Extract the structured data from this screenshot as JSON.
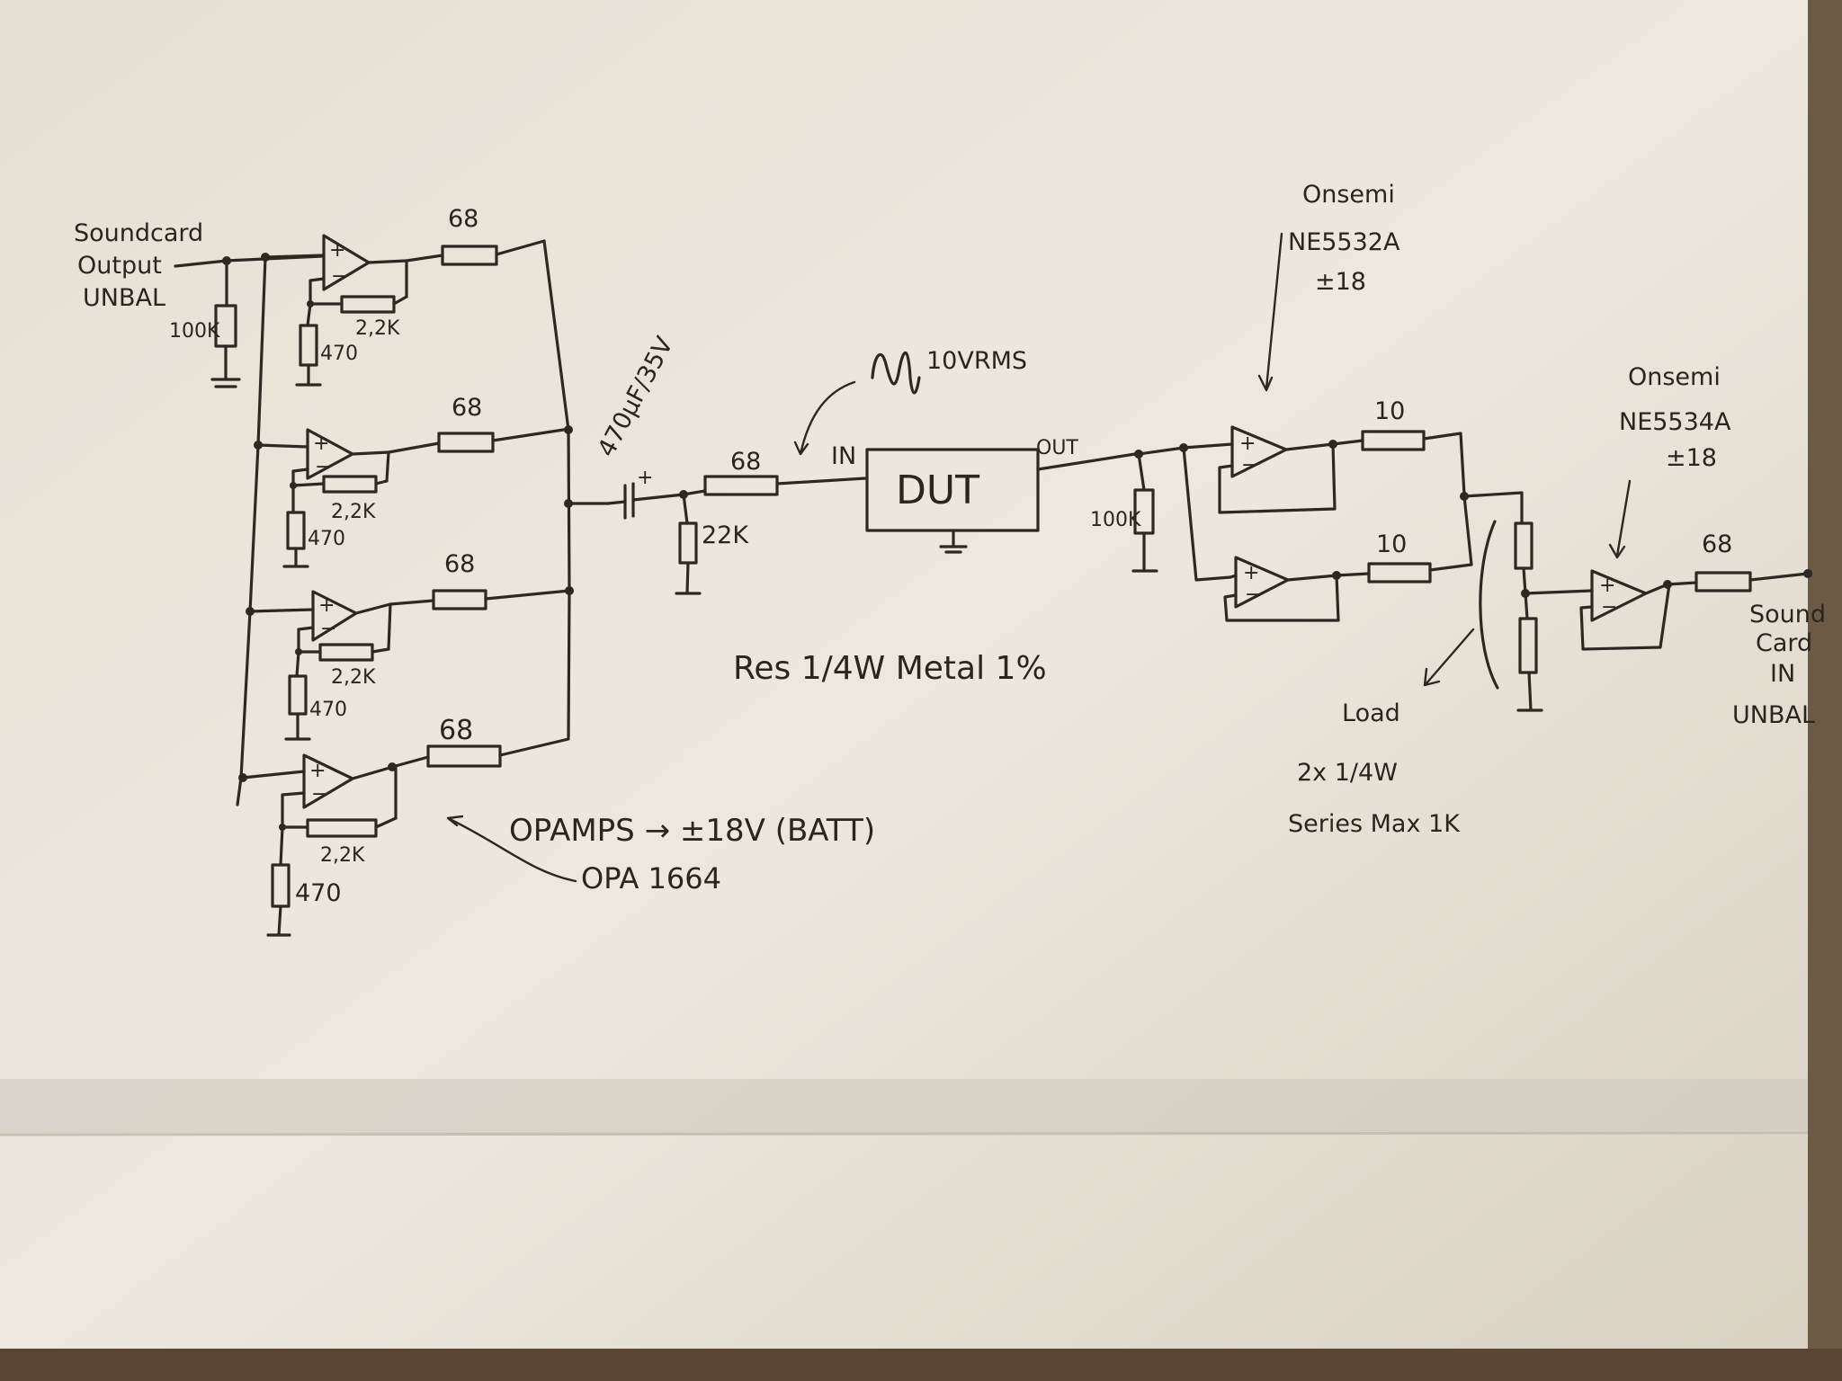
{
  "input_block": {
    "label_line1": "Soundcard",
    "label_line2": "Output",
    "label_line3": "UNBAL",
    "input_resistor": "100K"
  },
  "opamp_stages": [
    {
      "series_resistor": "68",
      "feedback_resistor": "2,2K",
      "ground_resistor": "470"
    },
    {
      "series_resistor": "68",
      "feedback_resistor": "2,2K",
      "ground_resistor": "470"
    },
    {
      "series_resistor": "68",
      "feedback_resistor": "2,2K",
      "ground_resistor": "470"
    },
    {
      "series_resistor": "68",
      "feedback_resistor": "2,2K",
      "ground_resistor": "470"
    }
  ],
  "opamp_note": {
    "supply": "OPAMPS → ±18V (BATT)",
    "part": "OPA 1664"
  },
  "coupling": {
    "capacitor": "470µF/35V",
    "series_resistor": "68",
    "shunt_resistor": "22K"
  },
  "dut": {
    "label": "DUT",
    "in_label": "IN",
    "out_label": "OUT",
    "signal_label": "10VRMS"
  },
  "resistor_note": "Res 1/4W Metal 1%",
  "load_stage": {
    "input_resistor": "100K",
    "opamp_vendor": "Onsemi",
    "opamp_part": "NE5532A",
    "opamp_supply": "±18",
    "output_resistor_a": "10",
    "output_resistor_b": "10",
    "load_label": "Load",
    "load_note_line1": "2x 1/4W",
    "load_note_line2": "Series Max 1K"
  },
  "output_buffer": {
    "opamp_vendor": "Onsemi",
    "opamp_part": "NE5534A",
    "opamp_supply": "±18",
    "series_resistor": "68",
    "label_line1": "Sound",
    "label_line2": "Card",
    "label_line3": "IN",
    "label_line4": "UNBAL"
  }
}
